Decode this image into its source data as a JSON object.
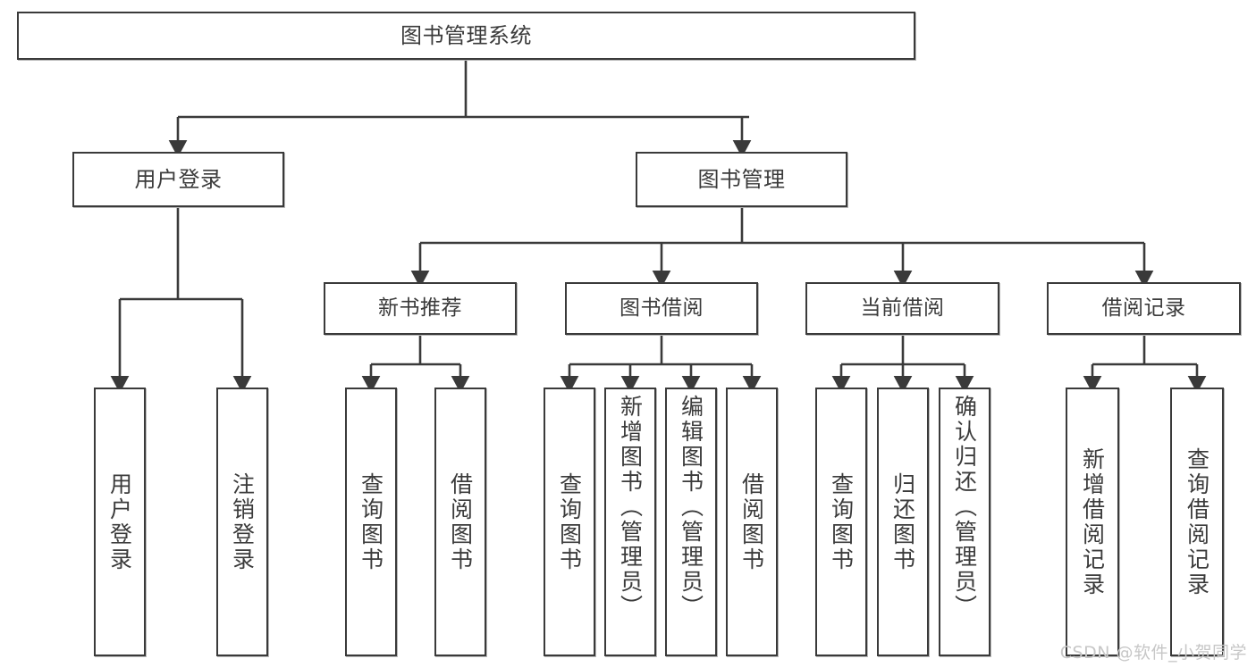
{
  "diagram": {
    "title": "图书管理系统",
    "root": {
      "id": "root",
      "label": "图书管理系统"
    },
    "level1": [
      {
        "id": "user-login",
        "label": "用户登录"
      },
      {
        "id": "book-manage",
        "label": "图书管理"
      }
    ],
    "level2": [
      {
        "id": "new-book-recommend",
        "label": "新书推荐"
      },
      {
        "id": "book-borrow",
        "label": "图书借阅"
      },
      {
        "id": "current-borrow",
        "label": "当前借阅"
      },
      {
        "id": "borrow-record",
        "label": "借阅记录"
      }
    ],
    "leaves": [
      {
        "id": "leaf-user-login",
        "label": "用户登录",
        "parent": "user-login"
      },
      {
        "id": "leaf-logout",
        "label": "注销登录",
        "parent": "user-login"
      },
      {
        "id": "leaf-query-book-1",
        "label": "查询图书",
        "parent": "new-book-recommend"
      },
      {
        "id": "leaf-borrow-book-1",
        "label": "借阅图书",
        "parent": "new-book-recommend"
      },
      {
        "id": "leaf-query-book-2",
        "label": "查询图书",
        "parent": "book-borrow"
      },
      {
        "id": "leaf-add-book",
        "label": "新增图书（管理员）",
        "parent": "book-borrow"
      },
      {
        "id": "leaf-edit-book",
        "label": "编辑图书（管理员）",
        "parent": "book-borrow"
      },
      {
        "id": "leaf-borrow-book-2",
        "label": "借阅图书",
        "parent": "book-borrow"
      },
      {
        "id": "leaf-query-book-3",
        "label": "查询图书",
        "parent": "current-borrow"
      },
      {
        "id": "leaf-return-book",
        "label": "归还图书",
        "parent": "current-borrow"
      },
      {
        "id": "leaf-confirm-return",
        "label": "确认归还（管理员）",
        "parent": "current-borrow"
      },
      {
        "id": "leaf-add-record",
        "label": "新增借阅记录",
        "parent": "borrow-record"
      },
      {
        "id": "leaf-query-record",
        "label": "查询借阅记录",
        "parent": "borrow-record"
      }
    ]
  },
  "watermark": {
    "text": "CSDN @软件_小贺同学"
  },
  "colors": {
    "border": "#3a3a3a",
    "text": "#3b3b3b",
    "background": "#ffffff",
    "connector": "#3a3a3a",
    "watermark": "#c7c7c7"
  }
}
